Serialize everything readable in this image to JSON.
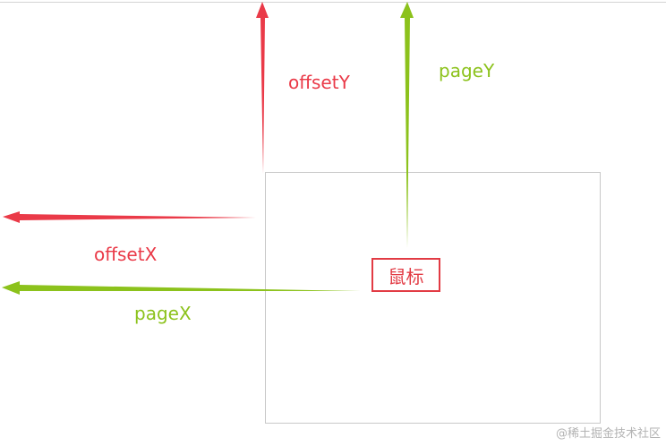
{
  "labels": {
    "offsetY": "offsetY",
    "pageY": "pageY",
    "offsetX": "offsetX",
    "pageX": "pageX",
    "mouse": "鼠标"
  },
  "watermark": "@稀土掘金技术社区",
  "colors": {
    "offset": "#ea3a48",
    "page": "#8cc21c",
    "box_border": "#c8c8c8"
  }
}
